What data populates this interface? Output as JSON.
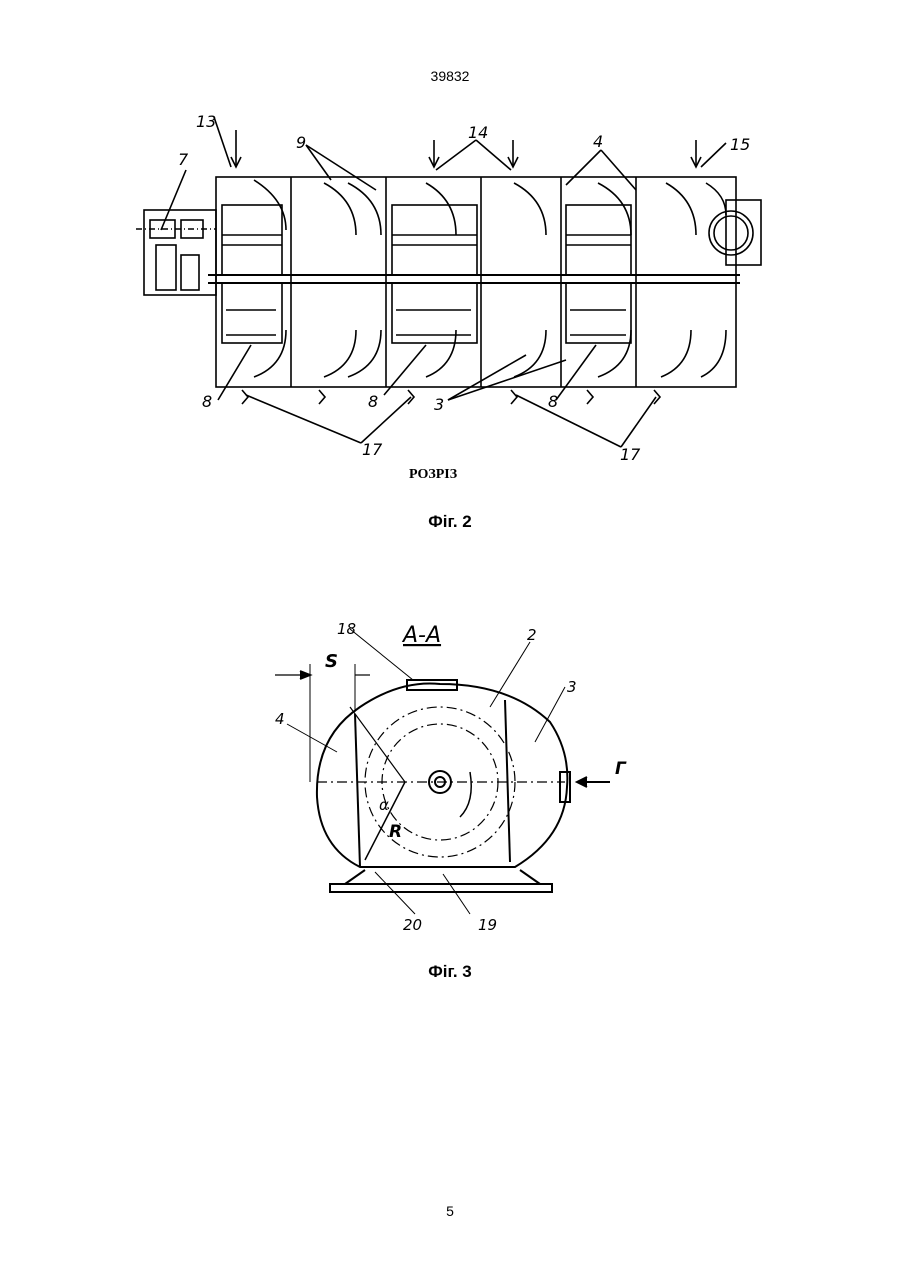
{
  "header": {
    "doc_number": "39832"
  },
  "figure2": {
    "caption": "Фіг. 2",
    "section_label": "РОЗРІЗ",
    "labels": {
      "l13": "13",
      "l9": "9",
      "l14": "14",
      "l4": "4",
      "l15": "15",
      "l7": "7",
      "l8a": "8",
      "l8b": "8",
      "l8c": "8",
      "l3": "3",
      "l17a": "17",
      "l17b": "17"
    }
  },
  "figure3": {
    "caption": "Фіг. 3",
    "labels": {
      "section": "A-A",
      "l18": "18",
      "l2": "2",
      "l3": "3",
      "l4": "4",
      "s": "S",
      "gamma": "Г",
      "alpha": "α",
      "r": "R",
      "l20": "20",
      "l19": "19"
    }
  },
  "footer": {
    "page_number": "5"
  }
}
